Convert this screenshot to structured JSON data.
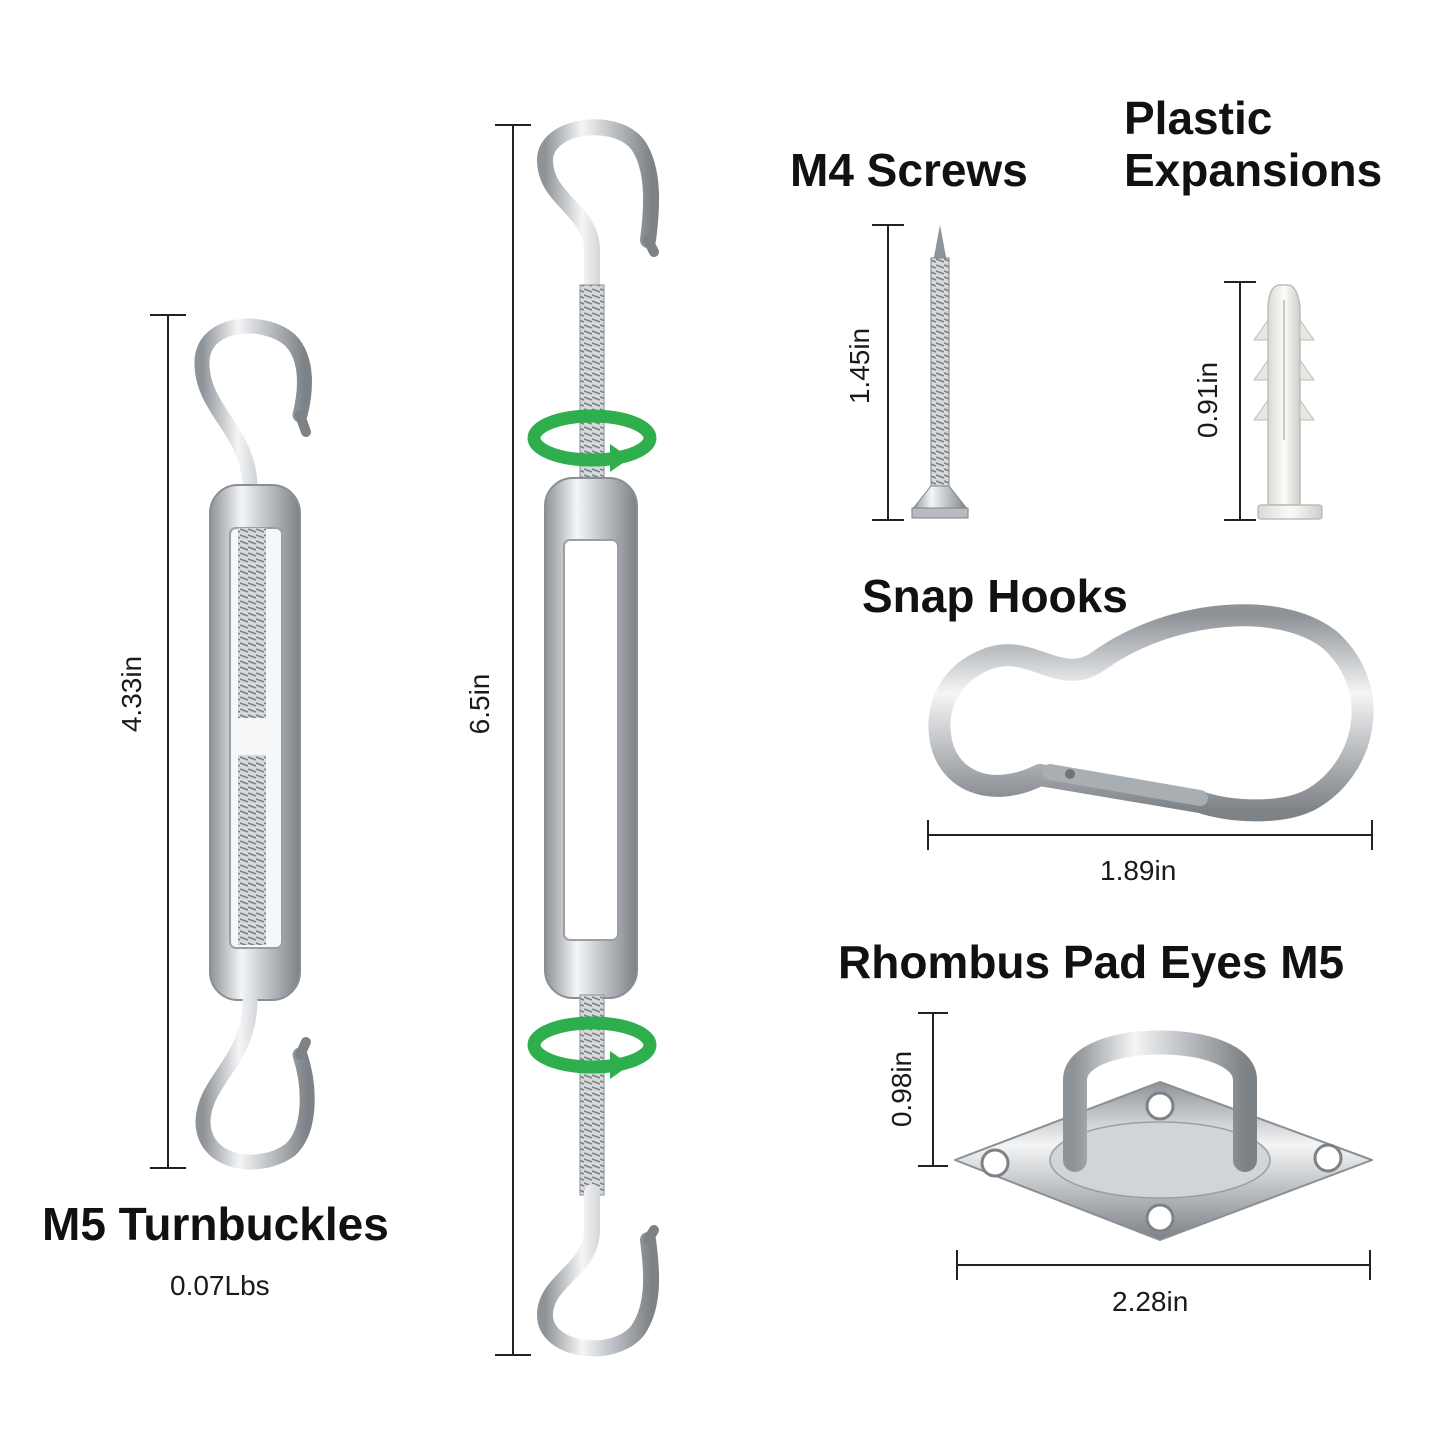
{
  "labels": {
    "m4_screws": "M4 Screws",
    "plastic_expansions": [
      "Plastic",
      "Expansions"
    ],
    "snap_hooks": "Snap Hooks",
    "rhombus_pad_eyes": "Rhombus Pad Eyes M5",
    "m5_turnbuckles": "M5 Turnbuckles",
    "turnbuckle_weight": "0.07Lbs"
  },
  "measurements": {
    "turnbuckle_short": "4.33in",
    "turnbuckle_long": "6.5in",
    "screw_length": "1.45in",
    "expansion_length": "0.91in",
    "snap_hook_length": "1.89in",
    "pad_eye_height": "0.98in",
    "pad_eye_width": "2.28in"
  },
  "colors": {
    "steel": "#c9ccd0",
    "rotation_arrow": "#2fae4e",
    "plastic": "#ececea",
    "dimension_line": "#222222"
  },
  "icons": [
    "rotation-arrow-icon"
  ]
}
